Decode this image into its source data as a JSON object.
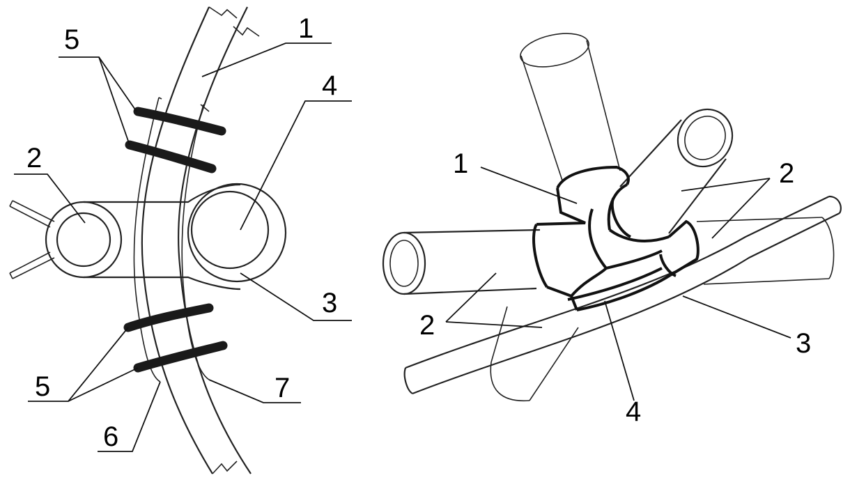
{
  "left_figure": {
    "labels": {
      "l1": "1",
      "l2": "2",
      "l3": "3",
      "l4": "4",
      "l5a": "5",
      "l5b": "5",
      "l6": "6",
      "l7": "7"
    }
  },
  "right_figure": {
    "labels": {
      "l1": "1",
      "l2a": "2",
      "l2b": "2",
      "l3": "3",
      "l4": "4"
    }
  }
}
